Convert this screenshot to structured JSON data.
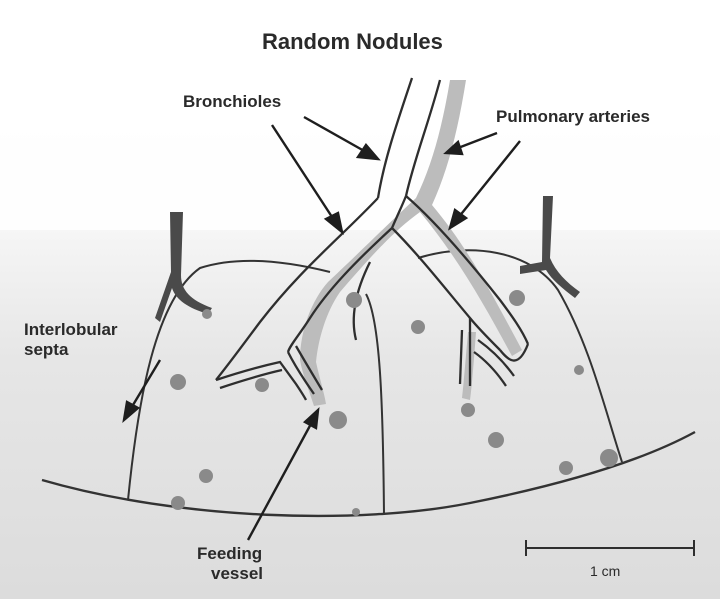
{
  "title": "Random Nodules",
  "labels": {
    "bronchioles": "Bronchioles",
    "pulmonary_arteries": "Pulmonary arteries",
    "interlobular_line1": "Interlobular",
    "interlobular_line2": "septa",
    "feeding_line1": "Feeding",
    "feeding_line2": "vessel"
  },
  "scale_bar": {
    "label": "1 cm"
  },
  "colors": {
    "outline": "#333333",
    "artery": "#bdbdbd",
    "nodule": "#8a8a8a",
    "septa": "#444444",
    "background_gradient": "#e4e4e4"
  }
}
